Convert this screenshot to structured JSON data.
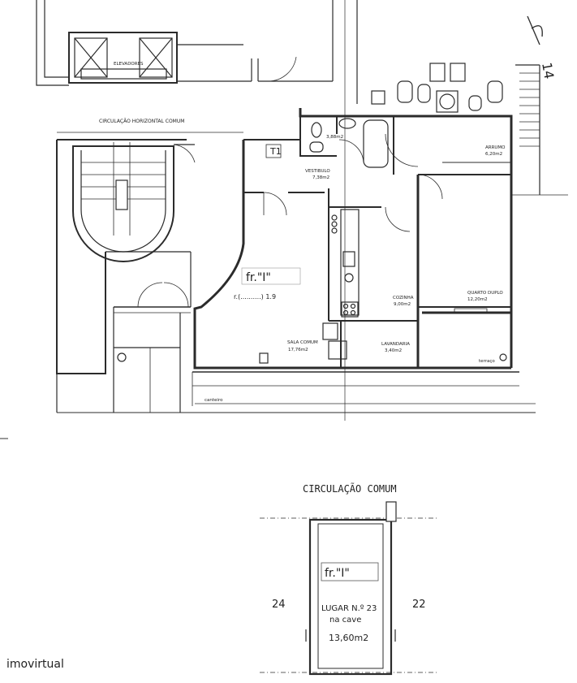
{
  "upper_plan": {
    "elevators": "ELEVADORES",
    "corridor": "CIRCULAÇÃO HORIZONTAL COMUM",
    "t1_tag": "T1",
    "fraction_tag": "fr.\"I\"",
    "fraction_note": "r.(..........) 1.9",
    "planter": "canteiro",
    "terrace": "terraço",
    "rooms": [
      {
        "key": "vestibulo",
        "name": "VESTIBULO",
        "area": "7,38m2"
      },
      {
        "key": "wc",
        "name": "",
        "area": "3,88m2"
      },
      {
        "key": "arrumo",
        "name": "ARRUMO",
        "area": "6,20m2"
      },
      {
        "key": "cozinha",
        "name": "COZINHA",
        "area": "9,00m2"
      },
      {
        "key": "quarto",
        "name": "QUARTO DUPLO",
        "area": "12,20m2"
      },
      {
        "key": "sala",
        "name": "SALA COMUM",
        "area": "17,76m2"
      },
      {
        "key": "lavandaria",
        "name": "LAVANDARIA",
        "area": "3,40m2"
      }
    ]
  },
  "lower_plan": {
    "title": "CIRCULAÇÃO COMUM",
    "fraction_tag": "fr.\"I\"",
    "space_number_left": "24",
    "space_number_right": "22",
    "space_label": "LUGAR N.º 23",
    "space_location": "na cave",
    "space_area": "13,60m2"
  },
  "annotations": {
    "handwritten_mark": "14"
  },
  "watermark": "imovirtual"
}
